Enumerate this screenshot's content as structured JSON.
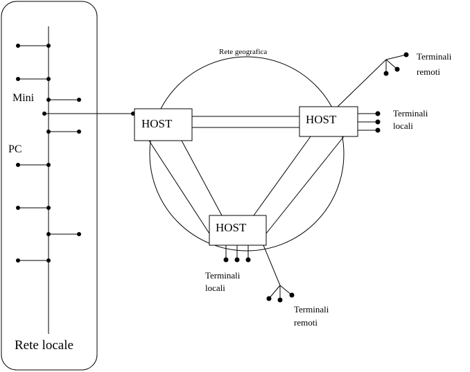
{
  "lan": {
    "title": "Rete locale",
    "mini_label": "Mini",
    "pc_label": "PC"
  },
  "wan": {
    "label": "Rete geografica"
  },
  "hosts": {
    "left": "HOST",
    "right": "HOST",
    "bottom": "HOST"
  },
  "terminals": {
    "remote_top": [
      "Terminali",
      "remoti"
    ],
    "local_right": [
      "Terminali",
      "locali"
    ],
    "local_bottom": [
      "Terminali",
      "locali"
    ],
    "remote_bottom": [
      "Terminali",
      "remoti"
    ]
  }
}
